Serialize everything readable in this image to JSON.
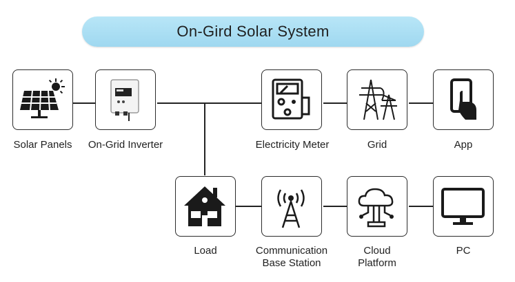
{
  "title": "On-Gird Solar System",
  "nodes": {
    "solar_panels": "Solar Panels",
    "inverter": "On-Grid Inverter",
    "meter": "Electricity Meter",
    "grid": "Grid",
    "app": "App",
    "load": "Load",
    "comm_line1": "Communication",
    "comm_line2": "Base Station",
    "cloud_line1": "Cloud",
    "cloud_line2": "Platform",
    "pc": "PC"
  }
}
